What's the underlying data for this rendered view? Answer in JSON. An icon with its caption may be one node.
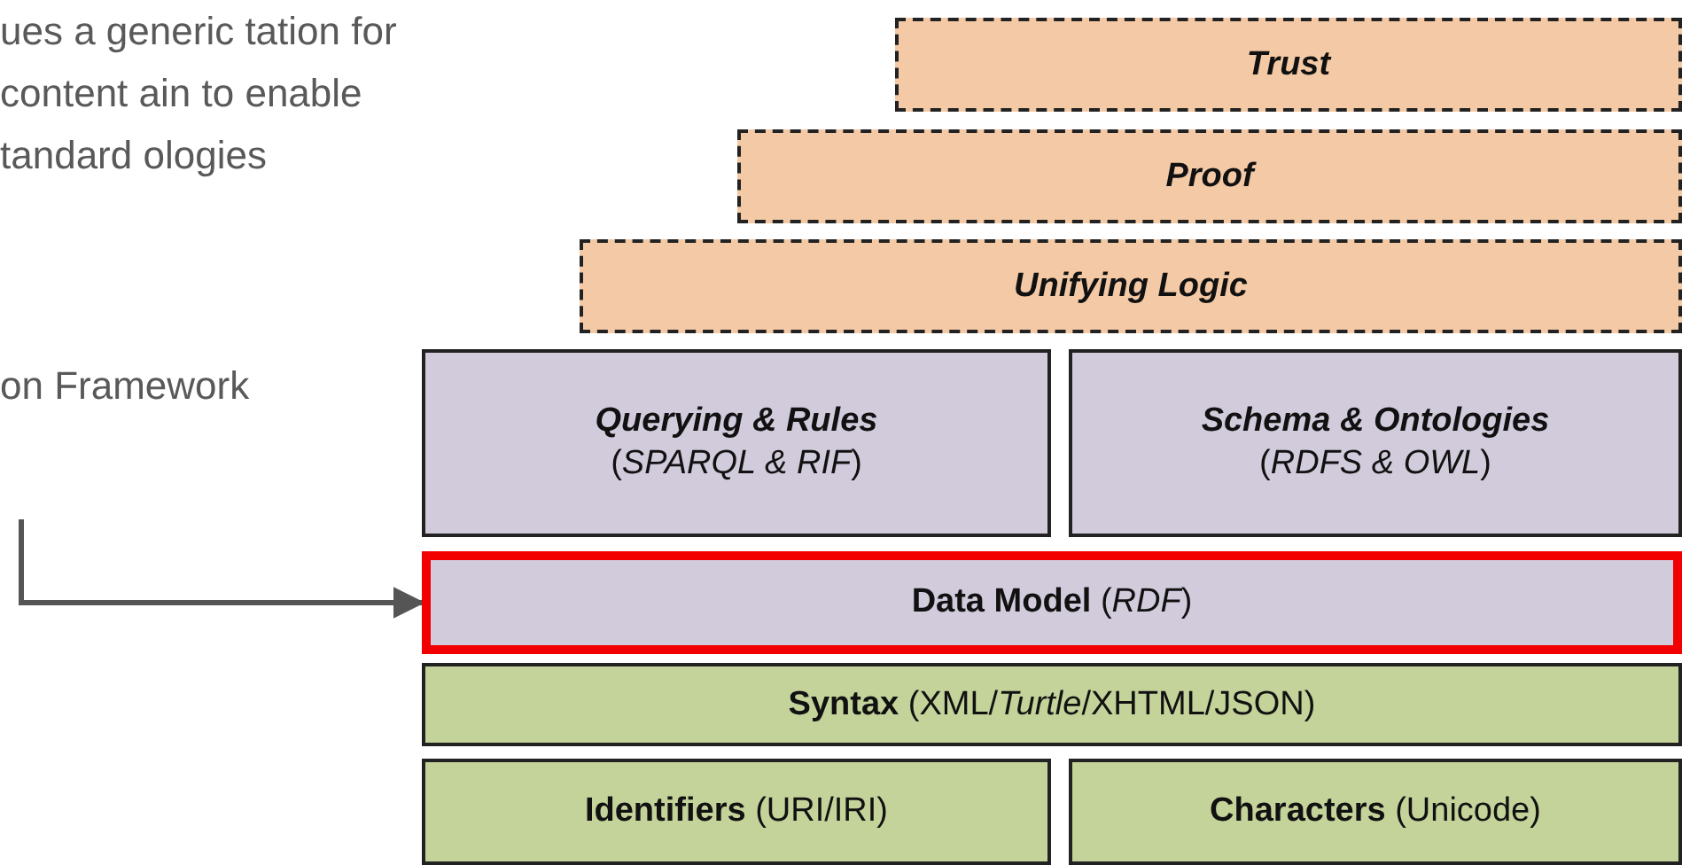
{
  "diagram": {
    "nodes": [
      {
        "text": [
          "Trust"
        ]
      },
      {
        "text": [
          "Proof"
        ]
      },
      {
        "text": [
          "Unifying Logic"
        ]
      },
      {
        "text": [
          "Querying & Rules",
          "(*SPARQL & RIF*)"
        ]
      },
      {
        "text": [
          "Schema & Ontologies",
          "(*RDFS & OWL*)"
        ]
      },
      {
        "text": [
          "**Data Model** (*RDF*)"
        ]
      },
      {
        "text": [
          "**Syntax** (XML/*Turtle*/XHTML/JSON)"
        ]
      },
      {
        "text": [
          "**Identifiers** (URI/IRI)"
        ]
      },
      {
        "text": [
          "**Characters** (Unicode)"
        ]
      }
    ],
    "edges": [
      {
        "from": null,
        "to": 5,
        "arrow": "to"
      }
    ],
    "labels": [
      "ues a generic tation for content ain to enable tandard ologies",
      "on Framework"
    ]
  }
}
